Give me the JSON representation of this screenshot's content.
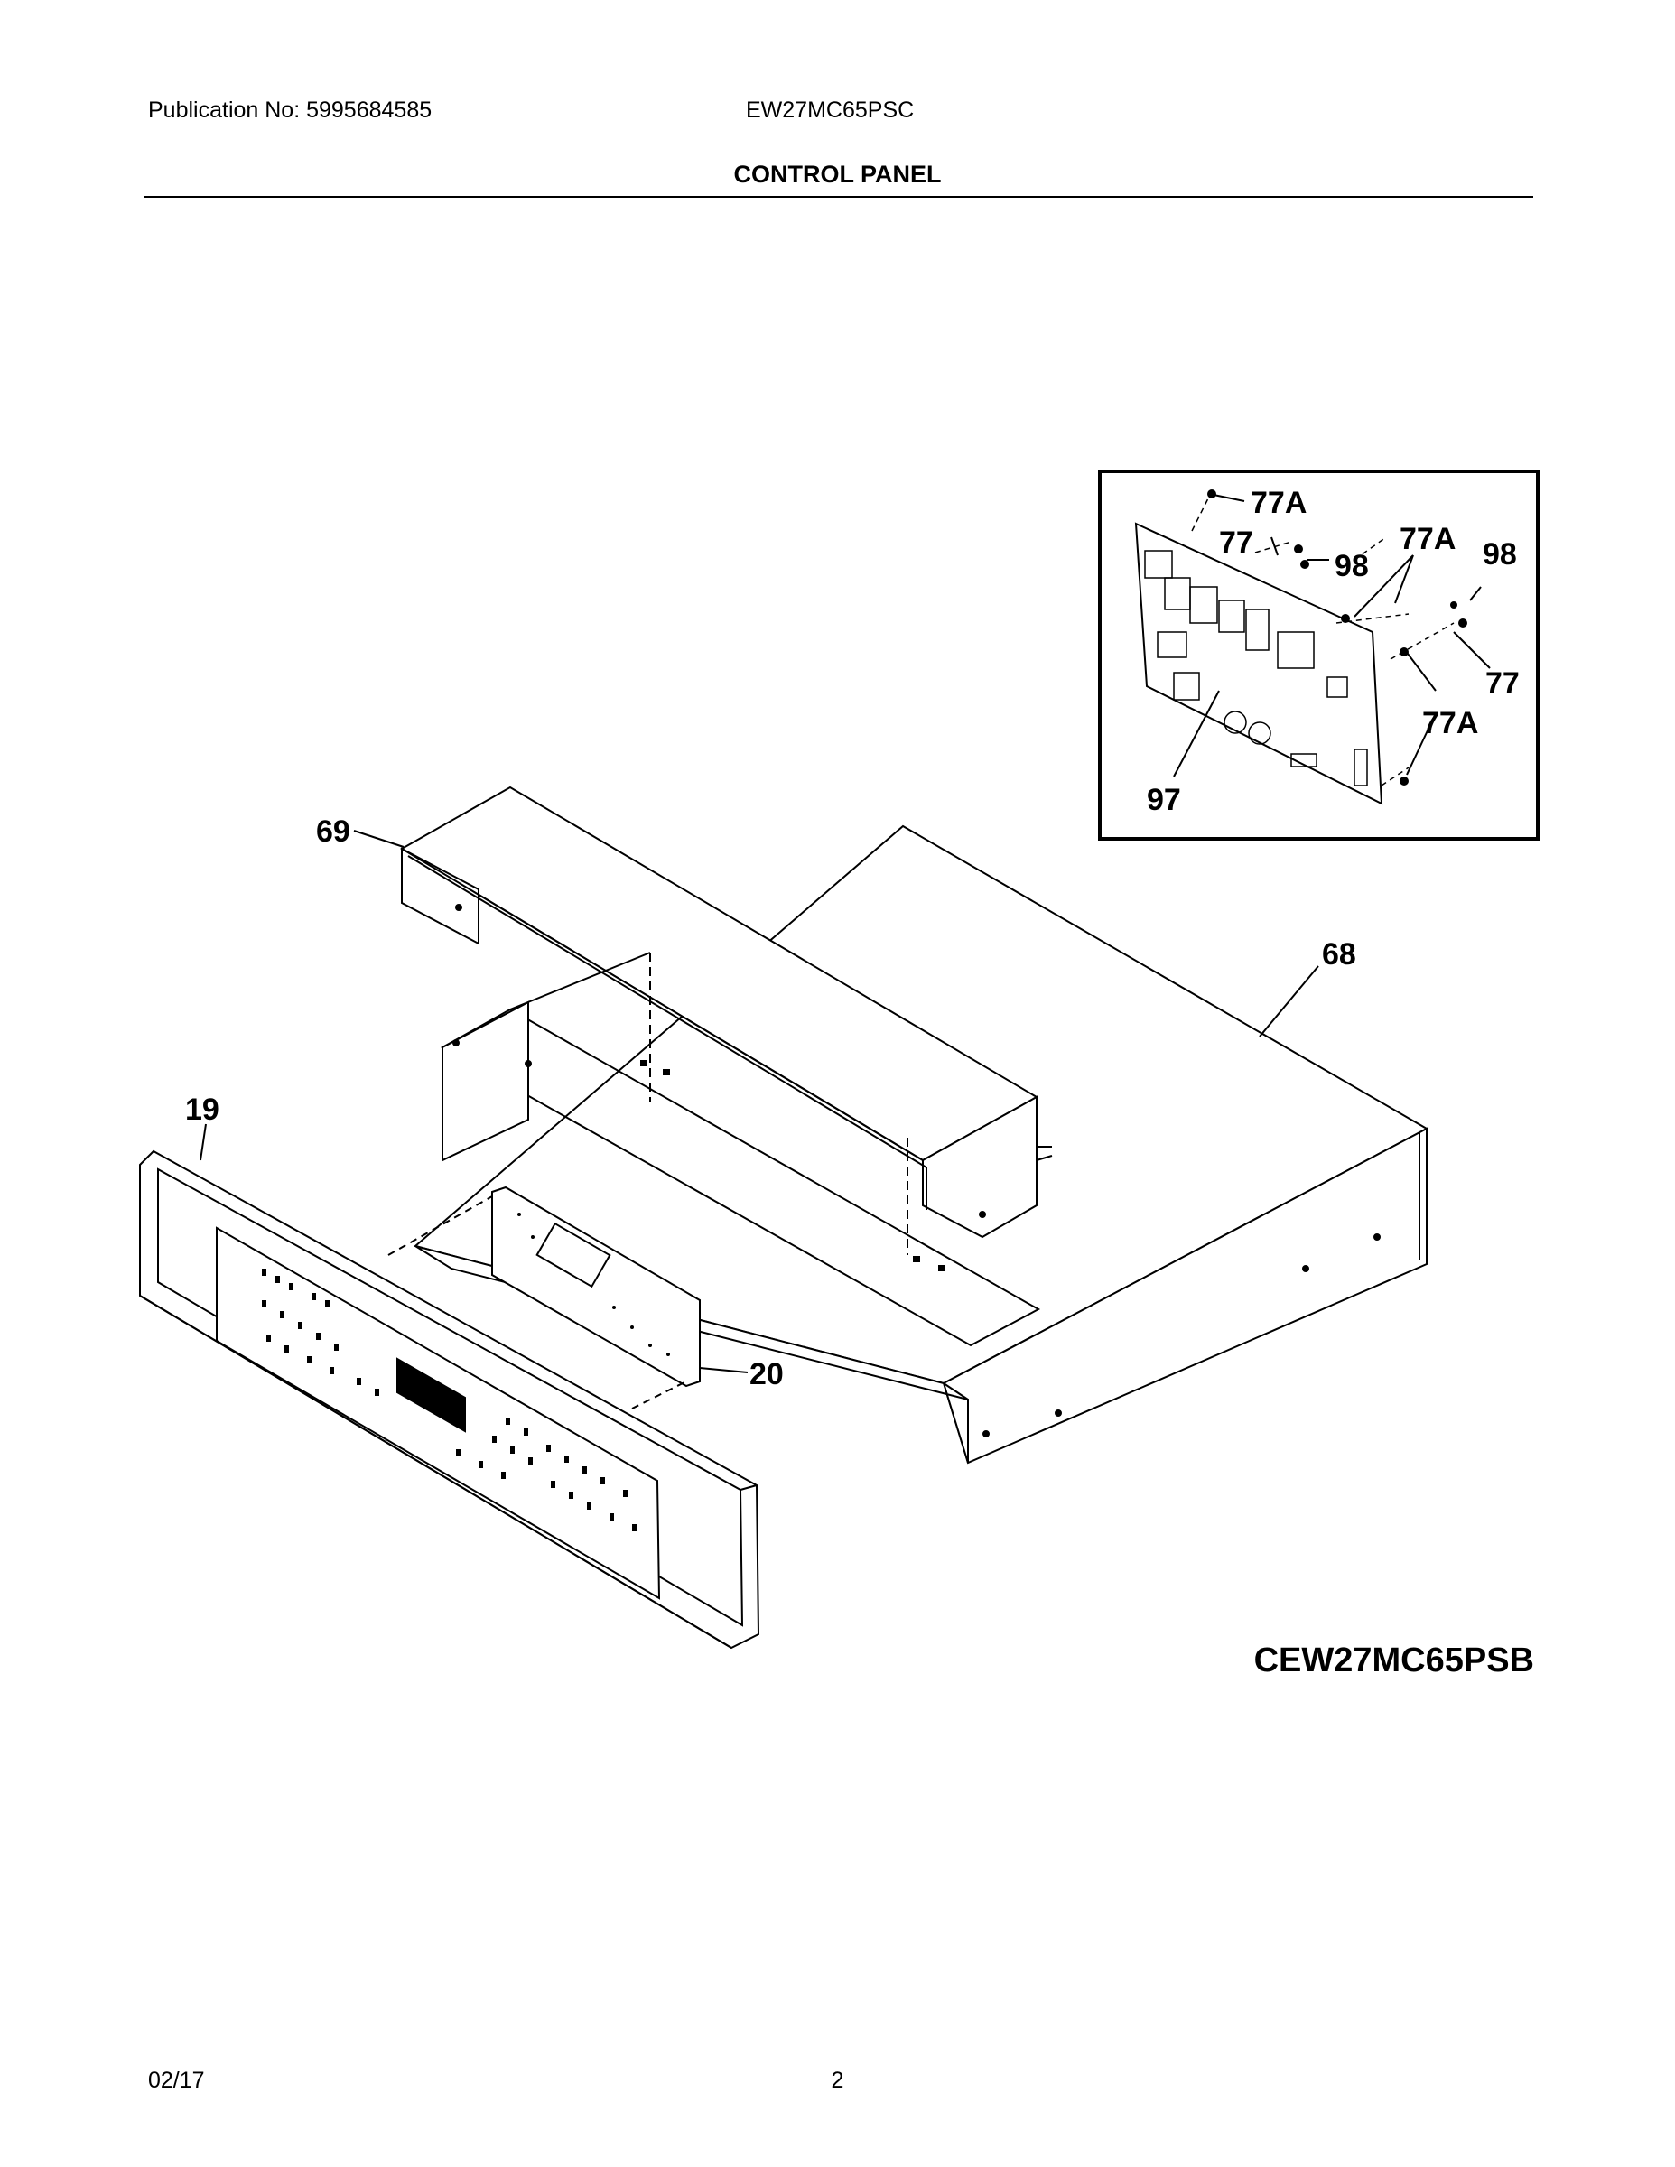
{
  "header": {
    "publication": "Publication No: 5995684585",
    "model": "EW27MC65PSC",
    "section_title": "CONTROL PANEL"
  },
  "callouts": {
    "c69": "69",
    "c68": "68",
    "c19": "19",
    "c20": "20",
    "c77A_1": "77A",
    "c77_1": "77",
    "c98_1": "98",
    "c77A_2": "77A",
    "c98_2": "98",
    "c77_2": "77",
    "c77A_3": "77A",
    "c97": "97"
  },
  "variant_code": "CEW27MC65PSB",
  "footer": {
    "date": "02/17",
    "page": "2"
  }
}
